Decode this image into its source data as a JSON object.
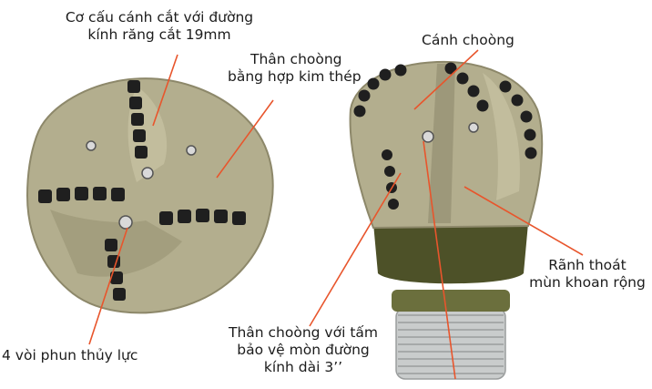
{
  "labels": {
    "cutter_blade": {
      "line1": "Cơ cấu cánh cắt với đường",
      "line2": "kính răng cắt 19mm"
    },
    "alloy_body": {
      "line1": "Thân choòng",
      "line2": "bằng hợp kim thép"
    },
    "bit_blade": {
      "line1": "Cánh choòng"
    },
    "junk_slot": {
      "line1": "Rãnh thoát",
      "line2": "mùn khoan rộng"
    },
    "nozzles": {
      "line1": "4 vòi phun thủy lực"
    },
    "gauge_body": {
      "line1": "Thân choòng với tấm",
      "line2": "bảo vệ mòn đường",
      "line3": "kính dài 3’’"
    }
  },
  "colors": {
    "body": "#b3ae8e",
    "body_shadow": "#8d886a",
    "cutter": "#1f1f1f",
    "shank": "#4d5128",
    "thread": "#c9cccc",
    "leader": "#e8552c"
  }
}
